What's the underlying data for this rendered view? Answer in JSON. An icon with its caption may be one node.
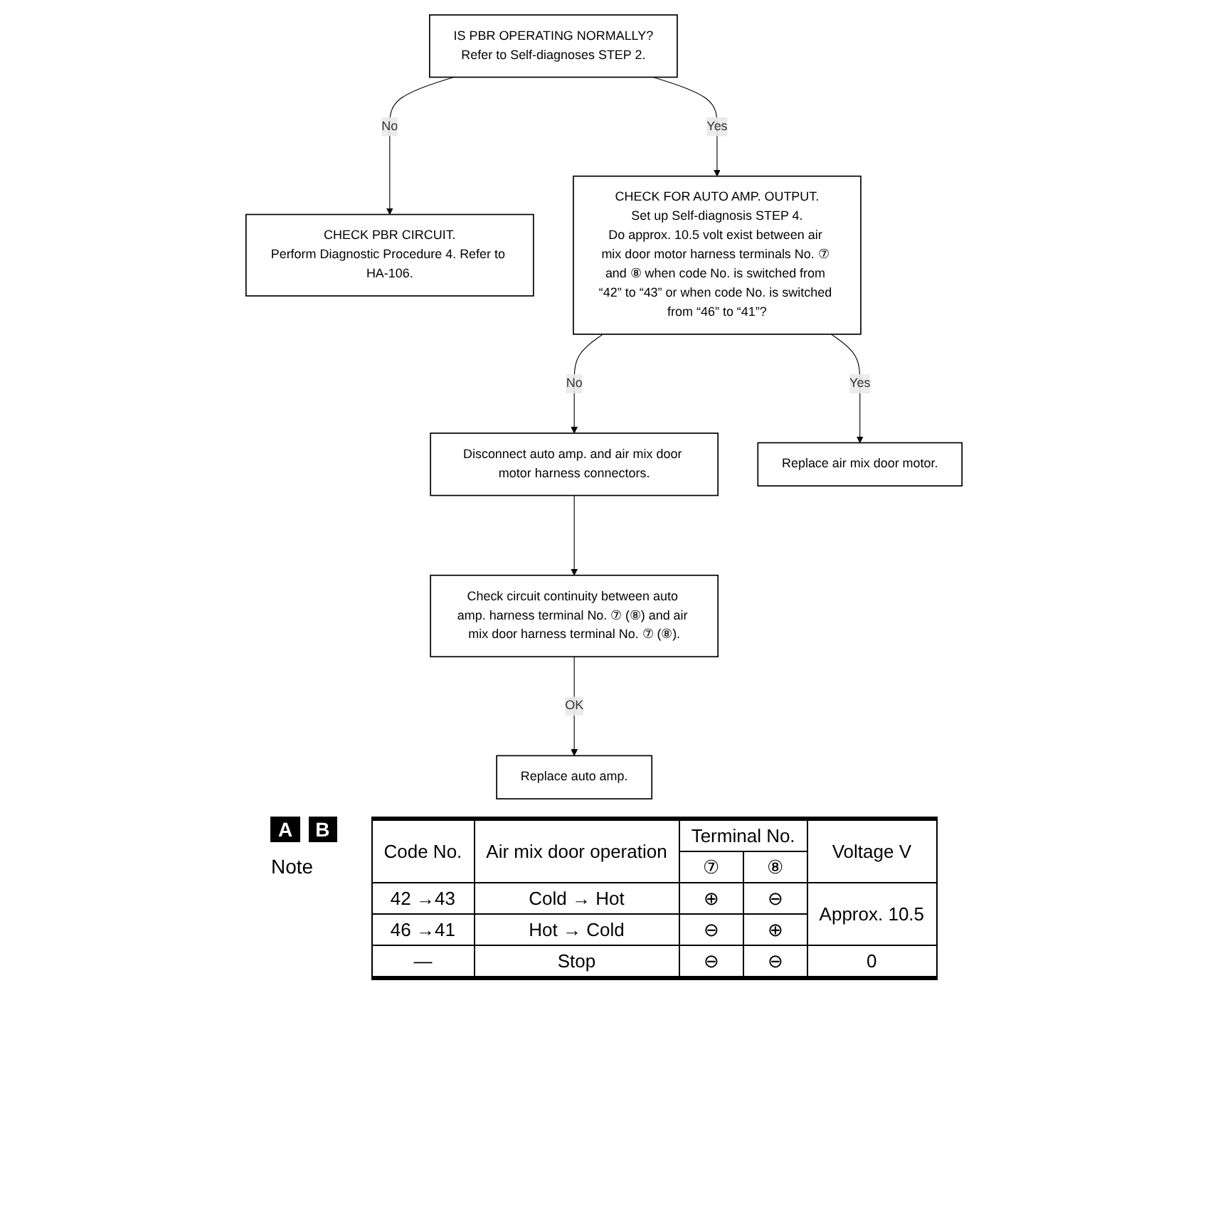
{
  "diagram": {
    "nodes": [
      {
        "text": [
          "IS PBR OPERATING NORMALLY?",
          "Refer to Self-diagnoses STEP 2."
        ]
      },
      {
        "text": [
          "CHECK PBR CIRCUIT.",
          "Perform Diagnostic Procedure 4. Refer to HA-106."
        ]
      },
      {
        "text": [
          "CHECK FOR AUTO AMP. OUTPUT.",
          "Set up Self-diagnosis STEP 4.",
          "Do approx. 10.5 volt exist between air mix door motor harness terminals No. ⑦ and ⑧ when code No. is switched from “42” to “43” or when code No. is switched from “46” to “41”?"
        ]
      },
      {
        "text": [
          "Disconnect auto amp. and air mix door motor harness connectors."
        ]
      },
      {
        "text": [
          "Check circuit continuity between auto amp. harness terminal No. ⑦ (⑧) and air mix door harness terminal No. ⑦ (⑧)."
        ]
      },
      {
        "text": [
          "Replace auto amp."
        ]
      },
      {
        "text": [
          "Replace air mix door motor."
        ]
      }
    ],
    "edges": [
      {
        "from": 0,
        "to": 1,
        "arrow": "to",
        "label": "No"
      },
      {
        "from": 0,
        "to": 2,
        "arrow": "to",
        "label": "Yes"
      },
      {
        "from": 2,
        "to": 3,
        "arrow": "to",
        "label": "No"
      },
      {
        "from": 3,
        "to": 4,
        "arrow": "to"
      },
      {
        "from": 4,
        "to": 5,
        "arrow": "to",
        "label": "OK"
      },
      {
        "from": 2,
        "to": 6,
        "arrow": "to",
        "label": "Yes"
      }
    ],
    "labels": [
      "A",
      "B",
      "Note",
      "Code No.",
      "Air mix door operation",
      "Terminal No.",
      "Voltage V",
      "⑦",
      "⑧",
      "42 →43",
      "Cold → Hot",
      "⊕",
      "⊖",
      "Approx. 10.5",
      "46 →41",
      "Hot → Cold",
      "⊖",
      "⊕",
      "—",
      "Stop",
      "⊖",
      "⊖",
      "0"
    ]
  }
}
